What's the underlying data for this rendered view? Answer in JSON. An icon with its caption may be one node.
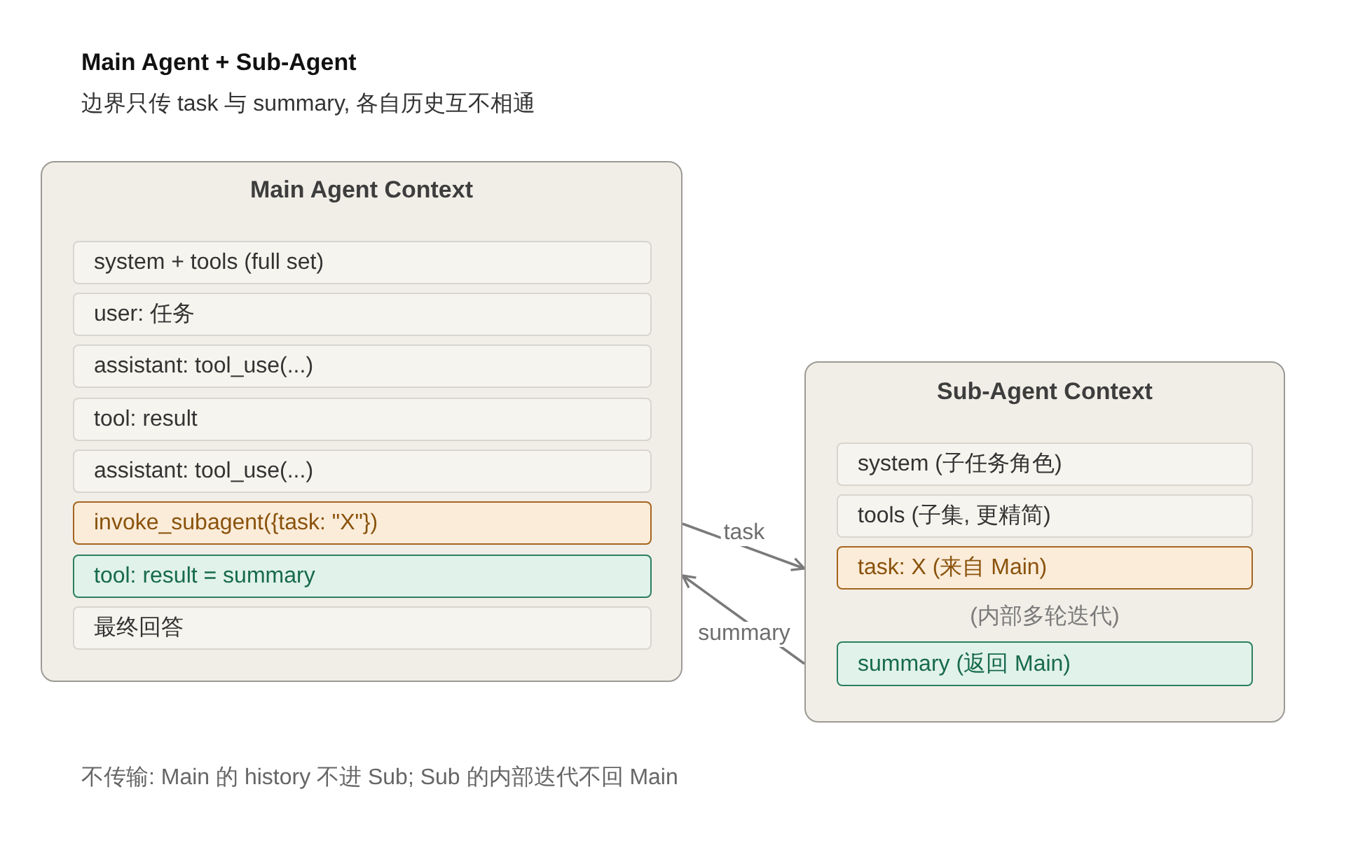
{
  "diagram": {
    "title": "Main Agent + Sub-Agent",
    "nodes": [
      {
        "text": [
          "Main Agent Context"
        ]
      },
      {
        "text": [
          "system + tools (full set)"
        ],
        "in": 0
      },
      {
        "text": [
          "user: 任务"
        ],
        "in": 0
      },
      {
        "text": [
          "assistant: tool_use(...)"
        ],
        "in": 0
      },
      {
        "text": [
          "tool: result"
        ],
        "in": 0
      },
      {
        "text": [
          "assistant: tool_use(...)"
        ],
        "in": 0
      },
      {
        "text": [
          "invoke_subagent({task: \"X\"})"
        ],
        "in": 0
      },
      {
        "text": [
          "tool: result = summary"
        ],
        "in": 0
      },
      {
        "text": [
          "最终回答"
        ],
        "in": 0
      },
      {
        "text": [
          "Sub-Agent Context",
          "(内部多轮迭代)"
        ]
      },
      {
        "text": [
          "system (子任务角色)"
        ],
        "in": 9
      },
      {
        "text": [
          "tools (子集, 更精简)"
        ],
        "in": 9
      },
      {
        "text": [
          "task: X (来自 Main)"
        ],
        "in": 9
      },
      {
        "text": [
          "summary (返回 Main)"
        ],
        "in": 9
      }
    ],
    "edges": [
      {
        "from": 0,
        "to": 9,
        "arrow": "to",
        "label": "task"
      },
      {
        "from": 9,
        "to": 0,
        "arrow": "to",
        "label": "summary"
      }
    ],
    "labels": [
      "边界只传 task 与 summary, 各自历史互不相通",
      "不传输: Main 的 history 不进 Sub; Sub 的内部迭代不回 Main"
    ]
  }
}
